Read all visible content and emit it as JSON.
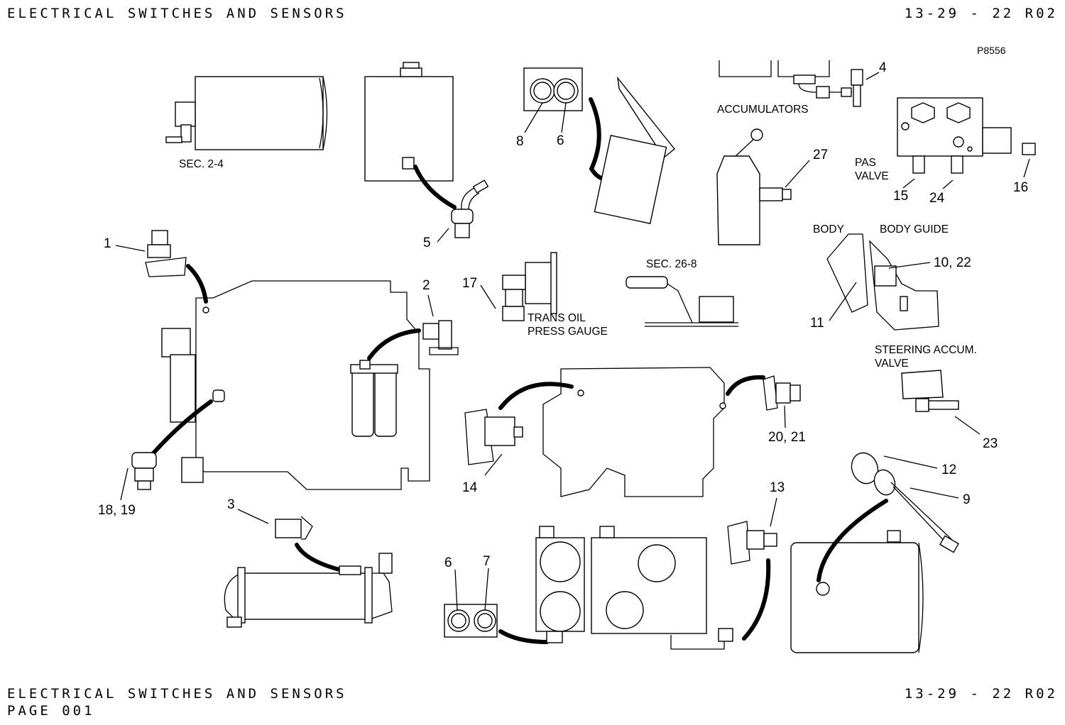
{
  "header": {
    "title": "ELECTRICAL SWITCHES AND SENSORS",
    "code": "13-29 - 22  R02"
  },
  "footer": {
    "title": "ELECTRICAL SWITCHES AND SENSORS",
    "code": "13-29 - 22  R02",
    "page": "PAGE 001"
  },
  "figure_id": "P8556",
  "labels": {
    "accumulators": "ACCUMULATORS",
    "sec_2_4": "SEC. 2-4",
    "sec_26_8": "SEC. 26-8",
    "pas": "PAS",
    "valve": "VALVE",
    "body": "BODY",
    "body_guide": "BODY GUIDE",
    "trans_oil": "TRANS OIL",
    "press_gauge": "PRESS GAUGE",
    "steering_accum": "STEERING ACCUM.",
    "steering_valve": "VALVE"
  },
  "callouts": {
    "c1": "1",
    "c2": "2",
    "c3": "3",
    "c4": "4",
    "c5": "5",
    "c6a": "6",
    "c6b": "6",
    "c7": "7",
    "c8": "8",
    "c9": "9",
    "c10_22": "10, 22",
    "c11": "11",
    "c12": "12",
    "c13": "13",
    "c14": "14",
    "c15": "15",
    "c16": "16",
    "c17": "17",
    "c18_19": "18, 19",
    "c20_21": "20, 21",
    "c23": "23",
    "c24": "24",
    "c27": "27"
  }
}
